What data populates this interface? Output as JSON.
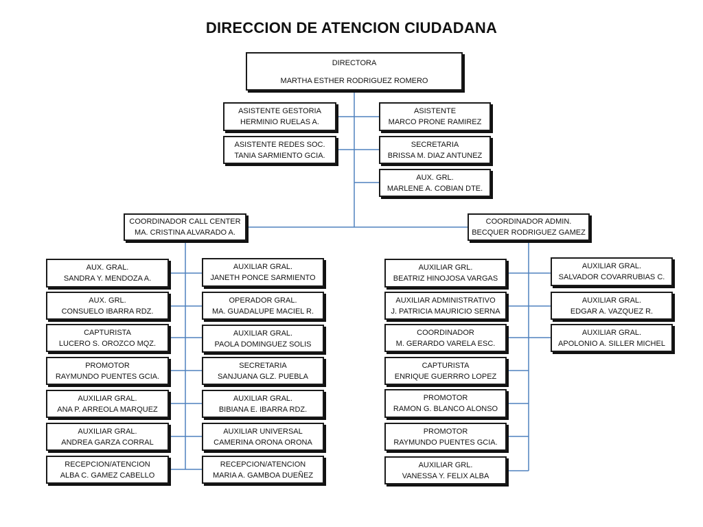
{
  "title": "DIRECCION DE ATENCION CIUDADANA",
  "colors": {
    "line": "#4f81bd",
    "border": "#1a1a1a"
  },
  "director": {
    "role": "DIRECTORA",
    "name": "MARTHA ESTHER RODRIGUEZ ROMERO"
  },
  "staff_left": [
    {
      "role": "ASISTENTE GESTORIA",
      "name": "HERMINIO RUELAS A."
    },
    {
      "role": "ASISTENTE  REDES  SOC.",
      "name": "TANIA SARMIENTO GCIA."
    }
  ],
  "staff_right": [
    {
      "role": "ASISTENTE",
      "name": "MARCO  PRONE RAMIREZ"
    },
    {
      "role": "SECRETARIA",
      "name": "BRISSA M. DIAZ ANTUNEZ"
    },
    {
      "role": "AUX. GRL.",
      "name": "MARLENE A. COBIAN DTE."
    }
  ],
  "coord_call": {
    "role": "COORDINADOR CALL CENTER",
    "name": "MA. CRISTINA ALVARADO A."
  },
  "coord_admin": {
    "role": "COORDINADOR ADMIN.",
    "name": "BECQUER RODRIGUEZ GAMEZ"
  },
  "call_left": [
    {
      "role": "AUX. GRAL.",
      "name": "SANDRA Y. MENDOZA A."
    },
    {
      "role": "AUX. GRL.",
      "name": "CONSUELO IBARRA RDZ."
    },
    {
      "role": "CAPTURISTA",
      "name": "LUCERO S. OROZCO MQZ."
    },
    {
      "role": "PROMOTOR",
      "name": "RAYMUNDO PUENTES GCIA."
    },
    {
      "role": "AUXILIAR GRAL.",
      "name": "ANA P. ARREOLA MARQUEZ"
    },
    {
      "role": "AUXILIAR GRAL.",
      "name": "ANDREA GARZA CORRAL"
    },
    {
      "role": "RECEPCION/ATENCION",
      "name": "ALBA C. GAMEZ CABELLO"
    }
  ],
  "call_right": [
    {
      "role": "AUXILIAR GRAL.",
      "name": "JANETH PONCE SARMIENTO"
    },
    {
      "role": "OPERADOR GRAL.",
      "name": "MA. GUADALUPE MACIEL R."
    },
    {
      "role": "AUXILIAR GRAL.",
      "name": "PAOLA DOMINGUEZ SOLIS"
    },
    {
      "role": "SECRETARIA",
      "name": "SANJUANA GLZ. PUEBLA"
    },
    {
      "role": "AUXILIAR GRAL.",
      "name": "BIBIANA E. IBARRA RDZ."
    },
    {
      "role": "AUXILIAR UNIVERSAL",
      "name": "CAMERINA ORONA ORONA"
    },
    {
      "role": "RECEPCION/ATENCION",
      "name": "MARIA A. GAMBOA DUEÑEZ"
    }
  ],
  "admin_left": [
    {
      "role": "AUXILIAR GRL.",
      "name": "BEATRIZ  HINOJOSA VARGAS"
    },
    {
      "role": "AUXILIAR ADMINISTRATIVO",
      "name": "J. PATRICIA MAURICIO SERNA"
    },
    {
      "role": "COORDINADOR",
      "name": "M. GERARDO VARELA ESC."
    },
    {
      "role": "CAPTURISTA",
      "name": "ENRIQUE GUERRRO LOPEZ"
    },
    {
      "role": "PROMOTOR",
      "name": "RAMON G. BLANCO ALONSO"
    },
    {
      "role": "PROMOTOR",
      "name": "RAYMUNDO PUENTES GCIA."
    },
    {
      "role": "AUXILIAR GRL.",
      "name": "VANESSA Y. FELIX ALBA"
    }
  ],
  "admin_right": [
    {
      "role": "AUXILIAR GRAL.",
      "name": "SALVADOR COVARRUBIAS C."
    },
    {
      "role": "AUXILIAR GRAL.",
      "name": "EDGAR A. VAZQUEZ  R."
    },
    {
      "role": "AUXILIAR GRAL.",
      "name": "APOLONIO A. SILLER MICHEL"
    }
  ]
}
